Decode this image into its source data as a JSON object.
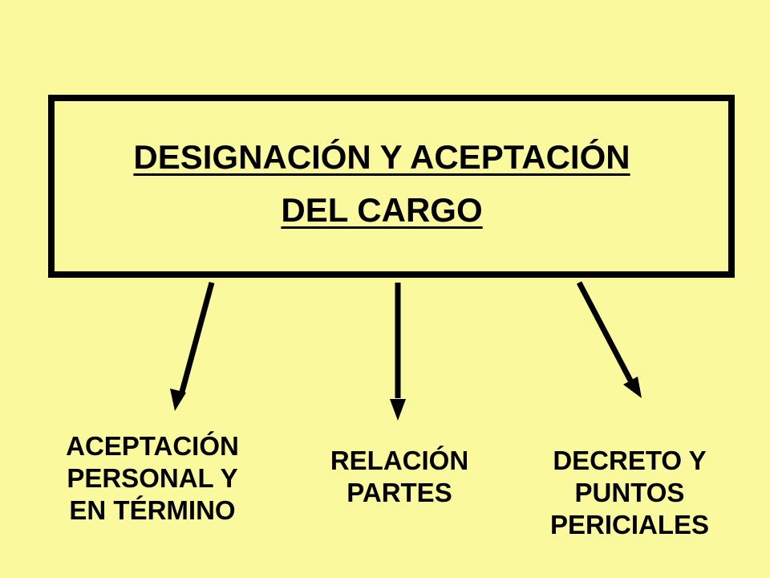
{
  "colors": {
    "background": "#FBF99D",
    "ink": "#000000"
  },
  "main_box": {
    "title_line_1": "DESIGNACIÓN Y ACEPTACIÓN",
    "title_line_2": "DEL CARGO"
  },
  "branches": [
    {
      "lines": [
        "ACEPTACIÓN",
        "PERSONAL Y",
        "EN TÉRMINO"
      ]
    },
    {
      "lines": [
        "RELACIÓN",
        "PARTES"
      ]
    },
    {
      "lines": [
        "DECRETO Y",
        "PUNTOS",
        "PERICIALES"
      ]
    }
  ]
}
